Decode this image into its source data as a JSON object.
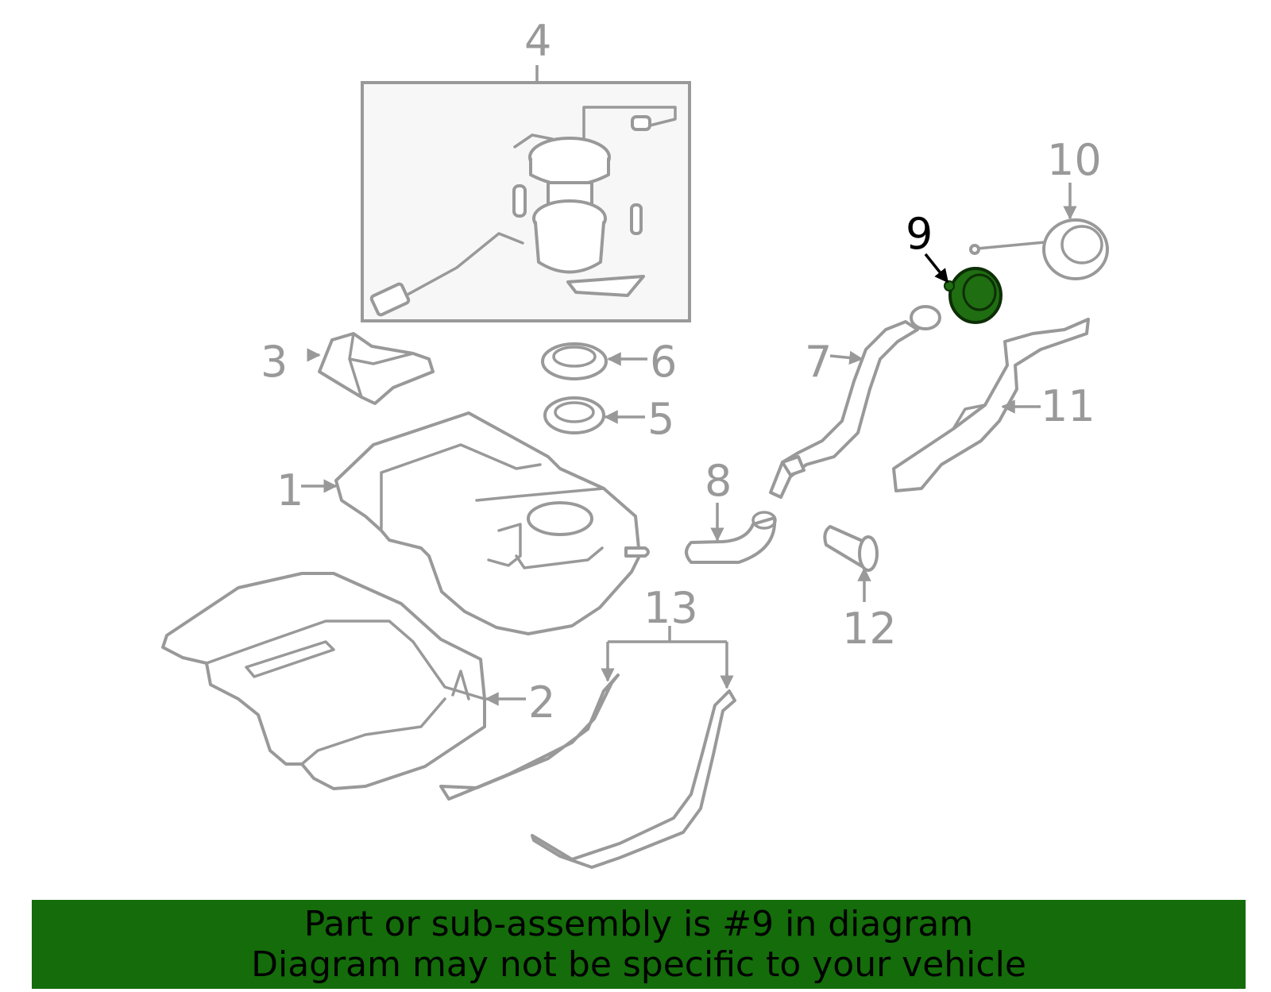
{
  "colors": {
    "part_line": "#999999",
    "highlight": "#2e7d1a",
    "banner_bg": "#146c0a",
    "banner_text": "#000000"
  },
  "callouts": {
    "c1": "1",
    "c2": "2",
    "c3": "3",
    "c4": "4",
    "c5": "5",
    "c6": "6",
    "c7": "7",
    "c8": "8",
    "c9": "9",
    "c10": "10",
    "c11": "11",
    "c12": "12",
    "c13": "13"
  },
  "highlighted_part": "9",
  "banner": {
    "line1": "Part or sub-assembly is #9 in diagram",
    "line2": "Diagram may not be specific to your vehicle"
  }
}
